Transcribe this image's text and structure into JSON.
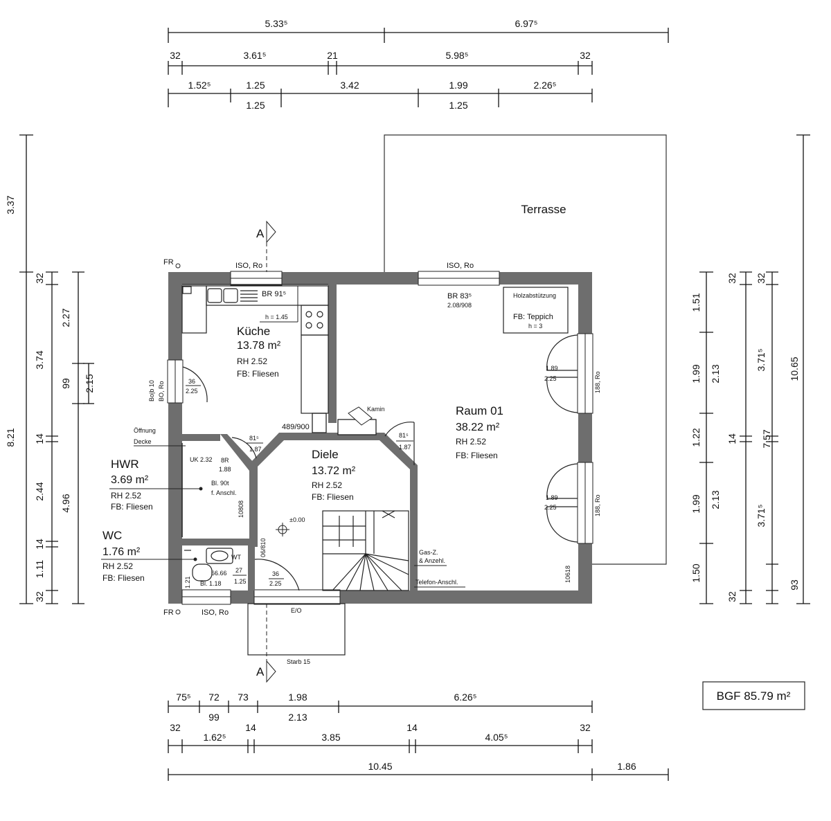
{
  "dims": {
    "top1": [
      "5.33⁵",
      "6.97⁵"
    ],
    "top2": [
      "32",
      "3.61⁵",
      "21",
      "5.98⁵",
      "32"
    ],
    "top3": [
      "1.52⁵",
      "1.25",
      "3.42",
      "1.99",
      "2.26⁵"
    ],
    "top3b": [
      "1.25",
      "1.25"
    ],
    "bot1": [
      "75⁵",
      "72",
      "73",
      "1.98",
      "6.26⁵"
    ],
    "bot1b": [
      "99",
      "2.13"
    ],
    "bot2": [
      "32",
      "1.62⁵",
      "14",
      "3.85",
      "14",
      "4.05⁵",
      "32"
    ],
    "bot3": [
      "10.45",
      "1.86"
    ],
    "left1": [
      "3.37",
      "8.21"
    ],
    "left2": [
      "32",
      "3.74",
      "14",
      "2.44",
      "14",
      "1.11",
      "32"
    ],
    "left3": [
      "2.27",
      "99",
      "4.96"
    ],
    "left4": [
      "2.15"
    ],
    "right1": [
      "10.65"
    ],
    "right2": [
      "32",
      "3.71⁵",
      "7.57",
      "3.71⁵",
      "93"
    ],
    "right3": [
      "32",
      "2.13",
      "14",
      "2.13",
      "32"
    ],
    "right4": [
      "1.51",
      "1.99",
      "1.22",
      "1.99",
      "1.50"
    ]
  },
  "rooms": {
    "terrasse": "Terrasse",
    "kueche": {
      "name": "Küche",
      "area": "13.78 m²",
      "rh": "RH 2.52",
      "fb": "FB: Fliesen"
    },
    "raum01": {
      "name": "Raum 01",
      "area": "38.22 m²",
      "rh": "RH 2.52",
      "fb": "FB: Fliesen"
    },
    "diele": {
      "name": "Diele",
      "area": "13.72 m²",
      "rh": "RH 2.52",
      "fb": "FB: Fliesen"
    },
    "hwr": {
      "name": "HWR",
      "area": "3.69 m²",
      "rh": "RH 2.52",
      "fb": "FB: Fliesen"
    },
    "wc": {
      "name": "WC",
      "area": "1.76 m²",
      "rh": "RH 2.52",
      "fb": "FB: Fliesen"
    }
  },
  "labels": {
    "section_a": "A",
    "fr": "FR",
    "iso_ro": "ISO, Ro",
    "br91": "BR 91⁵",
    "h145": "h = 1.45",
    "br83": "BR 83⁵",
    "br83b": "2.08/908",
    "holz": "Holzabstützung",
    "fb_teppich": "FB: Teppich",
    "h3": "h = 3",
    "kamin": "Kamin",
    "d489": "489/900",
    "oeffnung": "Öffnung",
    "decke": "Decke",
    "d81": "81⁵",
    "d187": "1.87",
    "d36": "36",
    "d225": "2.25",
    "d189": "1.89",
    "d188ro": "188, Ro",
    "bo10": "Bo|b 10",
    "bo_ro": "BO, Ro",
    "uk": "UK 2.32",
    "d8r": "8R",
    "d188": "1.88",
    "bl90": "Bl. 90t",
    "anschl": "f. Anschl.",
    "d10808": "10808",
    "d06810": "06/810",
    "pm000": "±0.00",
    "wt": "WT",
    "d27": "27",
    "d125": "1.25",
    "d121": "1.21",
    "bl118": "Bl. 1.18",
    "d6666": "66.66",
    "gas": "Gas-Z.",
    "anzehl": "& Anzehl.",
    "telefon": "Telefon-Anschl.",
    "d10618": "10618",
    "eg": "E/O",
    "starb": "Starb 15",
    "bgf": "BGF 85.79 m²"
  }
}
